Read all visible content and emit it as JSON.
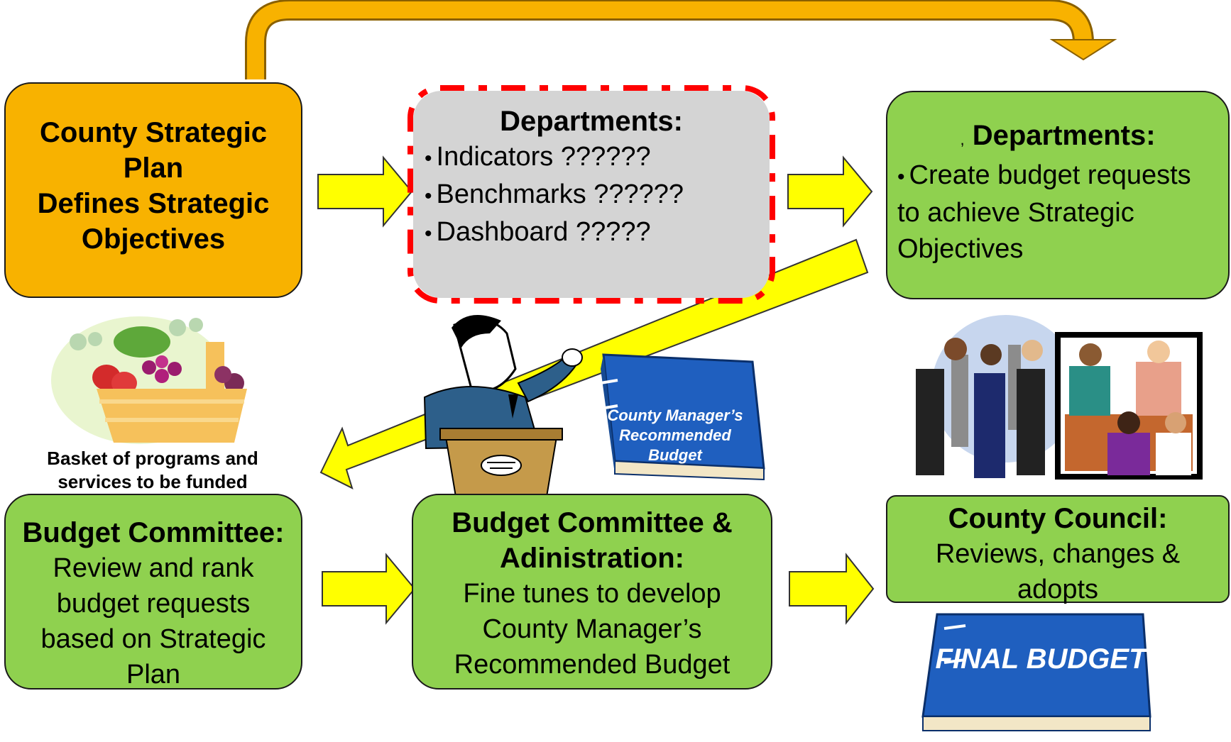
{
  "nodes": {
    "strategic_plan": {
      "lines": [
        "County Strategic",
        "Plan",
        "Defines Strategic",
        "Objectives"
      ]
    },
    "departments_1": {
      "title": "Departments:",
      "bullets": [
        "Indicators ??????",
        "Benchmarks ??????",
        "Dashboard ?????"
      ]
    },
    "departments_2": {
      "prefix": ",",
      "title": "Departments:",
      "bullet": "Create budget requests to achieve Strategic Objectives"
    },
    "budget_committee": {
      "title": "Budget Committee:",
      "body": "Review and rank budget requests based on Strategic Plan"
    },
    "committee_admin": {
      "title": "Budget Committee & Adinistration:",
      "body": "Fine tunes to develop County Manager’s Recommended Budget"
    },
    "county_council": {
      "title": "County Council:",
      "body": "Reviews, changes & adopts"
    }
  },
  "images": {
    "basket_caption": "Basket of programs and services to be funded",
    "manager_binder": "County Manager’s Recommended Budget",
    "final_binder": "FINAL BUDGET"
  },
  "colors": {
    "orange": "#f8b200",
    "green": "#8fd14f",
    "gray": "#d4d4d4",
    "arrow_fill": "#ffff00",
    "loop_arrow": "#f8b200",
    "dashed_border": "#ff0000",
    "binder": "#1f5fbf"
  }
}
